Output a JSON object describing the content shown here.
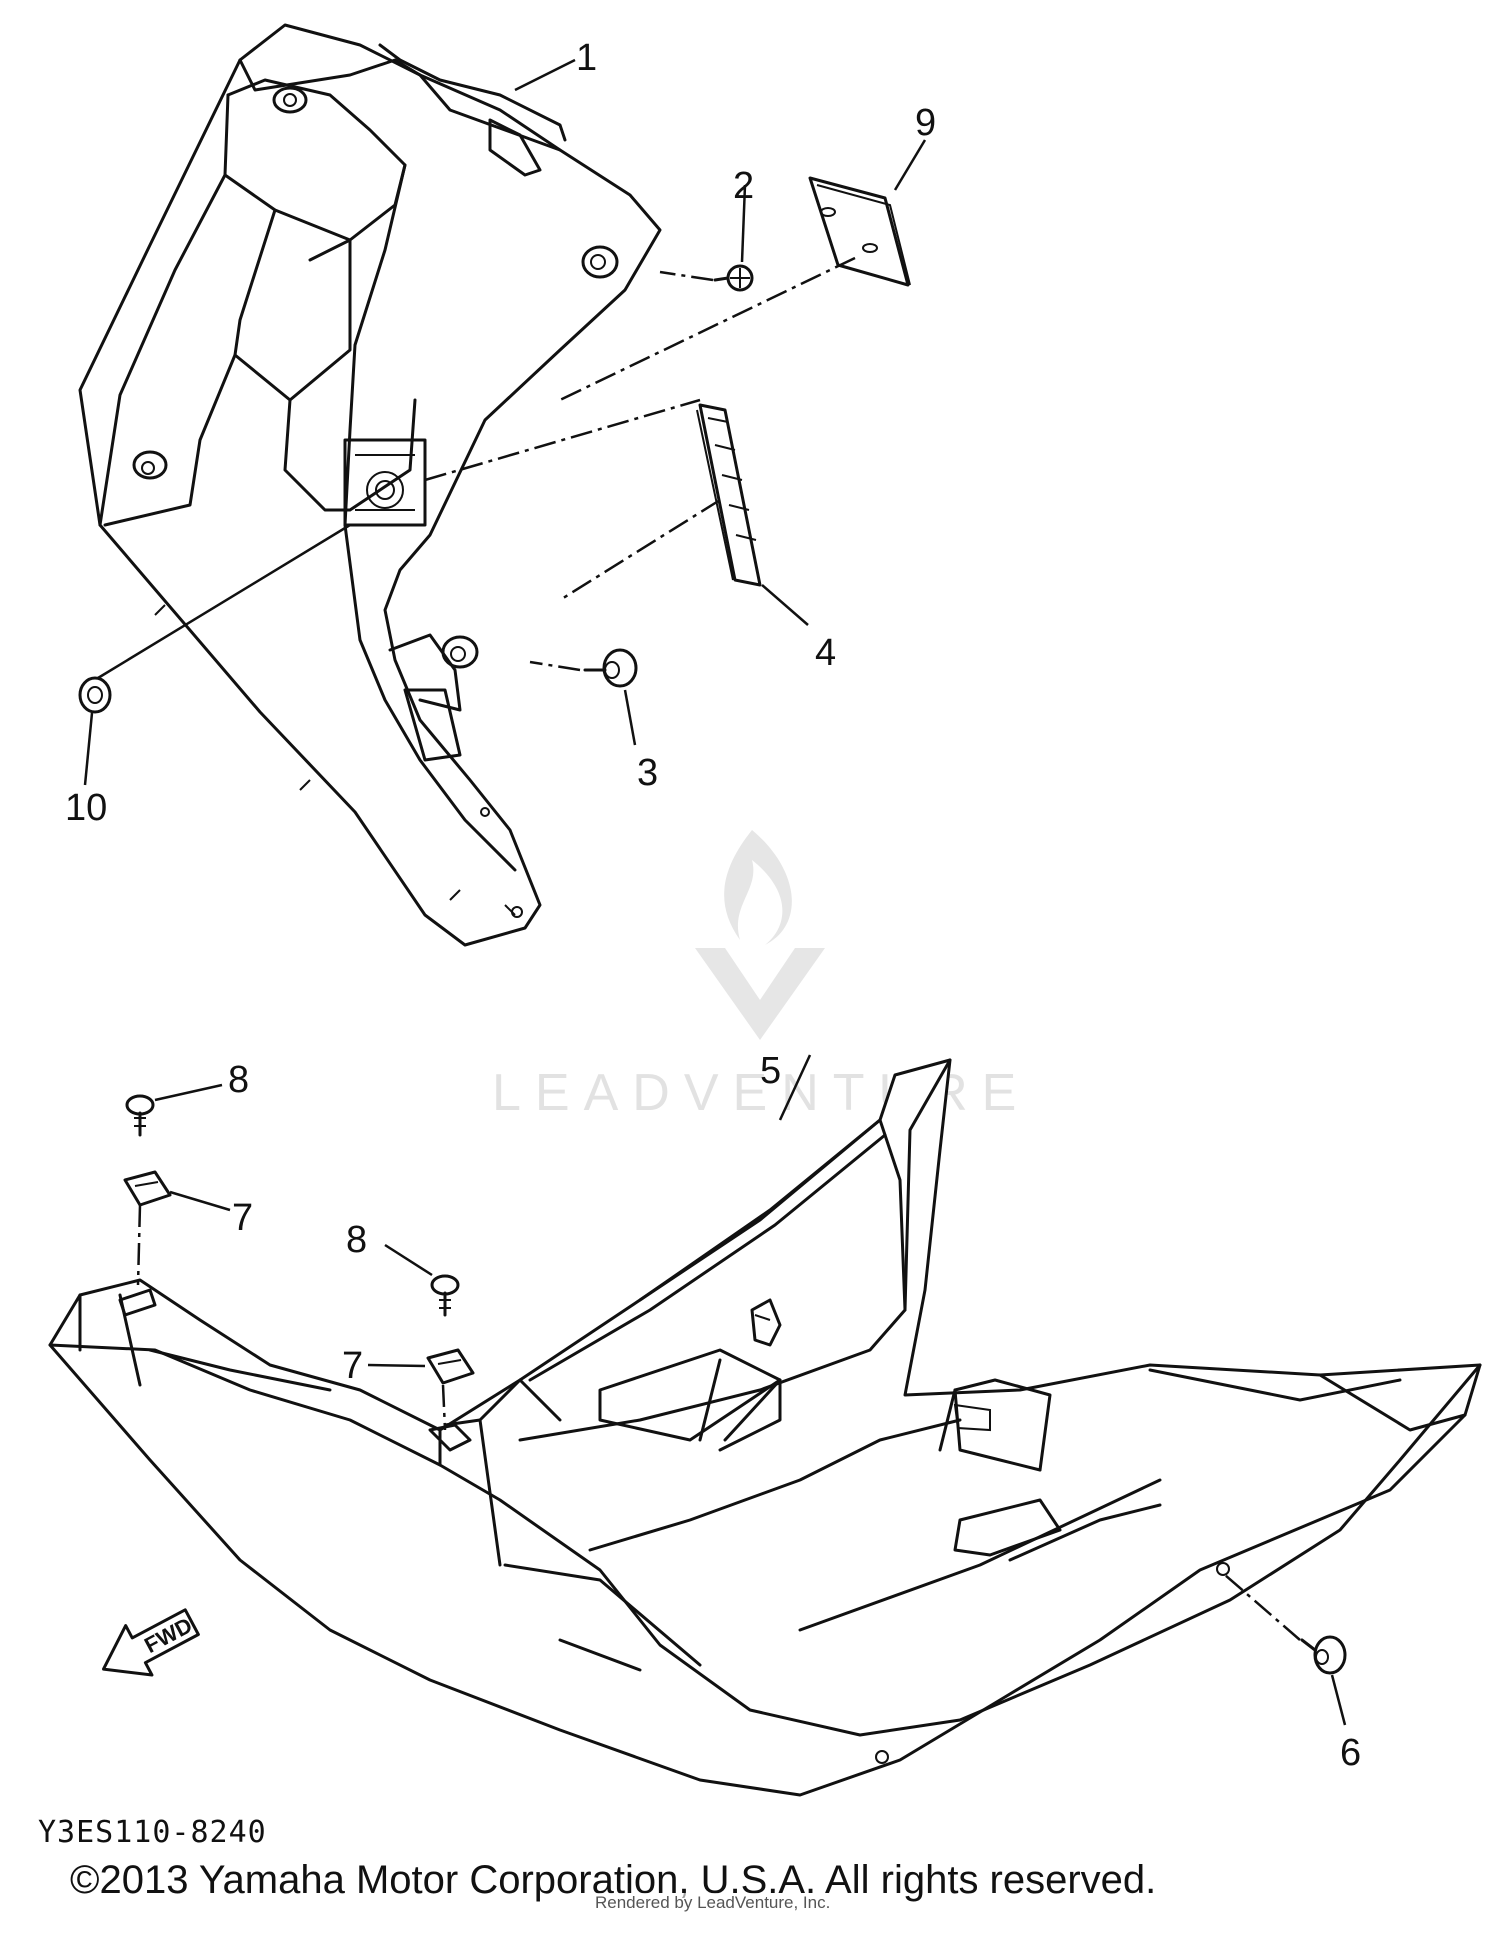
{
  "diagram": {
    "code": "Y3ES110-8240",
    "copyright": "©2013 Yamaha Motor Corporation, U.S.A. All rights reserved.",
    "rendered_by": "Rendered by LeadVenture, Inc.",
    "watermark": "LEADVENTURE",
    "fwd_label": "FWD",
    "callouts": [
      {
        "id": "c1",
        "text": "1"
      },
      {
        "id": "c2",
        "text": "2"
      },
      {
        "id": "c3",
        "text": "3"
      },
      {
        "id": "c4",
        "text": "4"
      },
      {
        "id": "c5",
        "text": "5"
      },
      {
        "id": "c6",
        "text": "6"
      },
      {
        "id": "c7a",
        "text": "7"
      },
      {
        "id": "c7b",
        "text": "7"
      },
      {
        "id": "c8a",
        "text": "8"
      },
      {
        "id": "c8b",
        "text": "8"
      },
      {
        "id": "c9",
        "text": "9"
      },
      {
        "id": "c10",
        "text": "10"
      }
    ]
  }
}
